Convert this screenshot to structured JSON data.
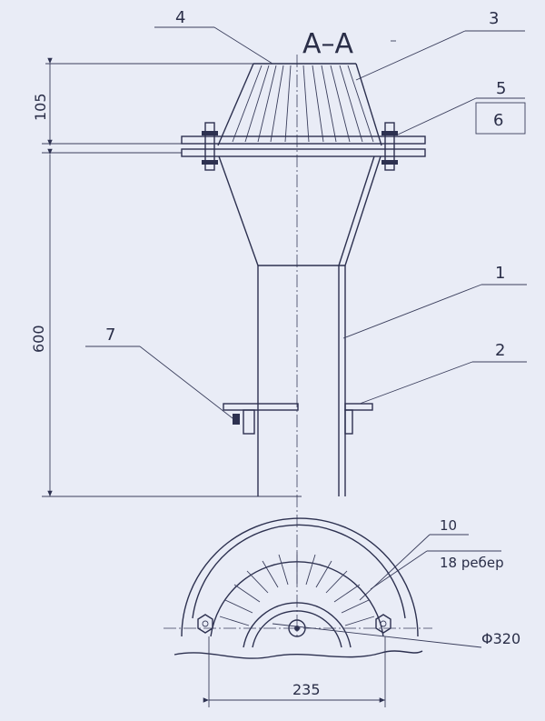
{
  "drawing": {
    "section_label": "A–A",
    "callouts": {
      "c1": "1",
      "c2": "2",
      "c3": "3",
      "c4": "4",
      "c5": "5",
      "c6": "6",
      "c7": "7",
      "c10": "10"
    },
    "dimensions": {
      "height_top": "105",
      "height_main": "600",
      "width_bottom": "235",
      "diameter": "Φ320"
    },
    "note_ribs": "18 ребер"
  }
}
